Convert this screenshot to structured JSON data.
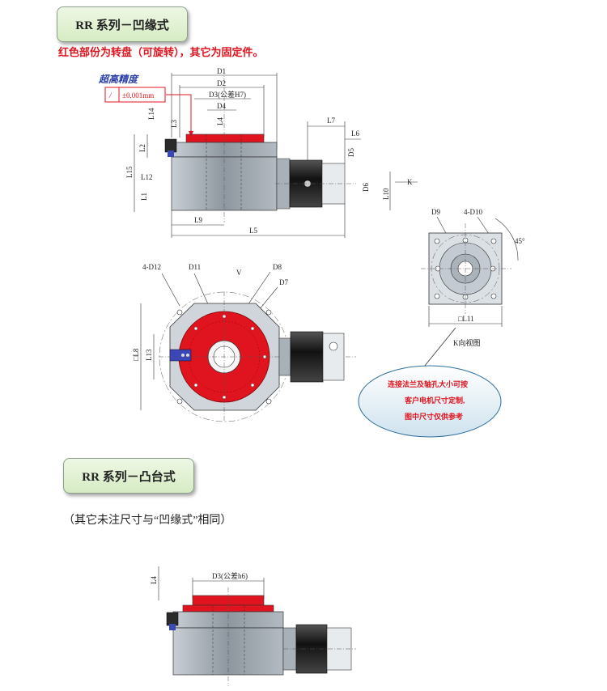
{
  "header1": {
    "title": "RR 系列－凹缘式"
  },
  "note_red": "红色部份为转盘（可旋转），其它为固定件。",
  "precision": {
    "title": "超高精度",
    "symbol": "/",
    "value": "±0.001mm"
  },
  "side_labels": {
    "D1": "D1",
    "D2": "D2",
    "D3": "D3(公差H7)",
    "D4": "D4",
    "L14": "L14",
    "L3": "L3",
    "L4": "L4",
    "L2": "L2",
    "L15": "L15",
    "L12": "L12",
    "L1": "L1",
    "L9": "L9",
    "L5": "L5",
    "L7": "L7",
    "L6": "L6",
    "D5": "D5",
    "D6": "D6",
    "L10": "L10",
    "K": "K"
  },
  "top_labels": {
    "D12": "4-D12",
    "D11": "D11",
    "D8": "D8",
    "D7": "D7",
    "L8": "□L8",
    "L13": "L13",
    "V": "V"
  },
  "kview": {
    "D9": "D9",
    "D10": "4-D10",
    "angle": "45°",
    "L11": "□L11",
    "caption": "K向视图"
  },
  "bubble": {
    "line1": "连接法兰及轴孔大小可按",
    "line2": "客户电机尺寸定制,",
    "line3": "图中尺寸仅供参考"
  },
  "header2": {
    "title": "RR 系列－凸台式"
  },
  "note2": "（其它未注尺寸与“凹缘式”相同）",
  "boss_labels": {
    "L4": "L4",
    "D3": "D3(公差h6)"
  },
  "colors": {
    "red": "#e0141e",
    "body": "#9aa3ab",
    "dark": "#222222",
    "blue": "#3b46b8"
  }
}
